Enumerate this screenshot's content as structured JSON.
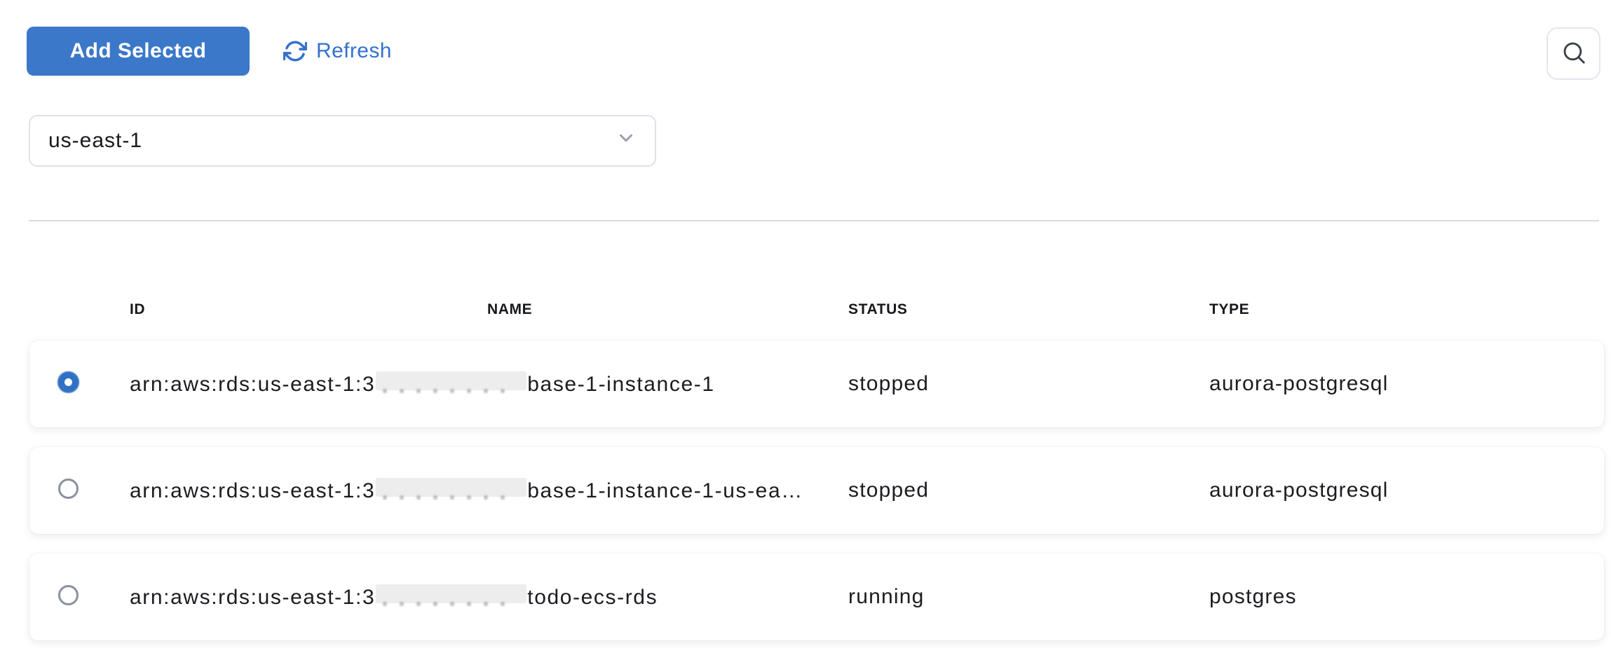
{
  "toolbar": {
    "add_selected": "Add Selected",
    "refresh": "Refresh"
  },
  "filters": {
    "region": "us-east-1"
  },
  "table": {
    "columns": [
      "ID",
      "NAME",
      "STATUS",
      "TYPE"
    ],
    "rows": [
      {
        "selected": true,
        "id_prefix": "arn:aws:rds:us-east-1:3",
        "id_redacted": true,
        "id_suffix": "base-1-instance-1",
        "name": "",
        "status": "stopped",
        "type": "aurora-postgresql"
      },
      {
        "selected": false,
        "id_prefix": "arn:aws:rds:us-east-1:3",
        "id_redacted": true,
        "id_suffix": "base-1-instance-1-us-ea…",
        "name": "",
        "status": "stopped",
        "type": "aurora-postgresql"
      },
      {
        "selected": false,
        "id_prefix": "arn:aws:rds:us-east-1:3",
        "id_redacted": true,
        "id_suffix": "todo-ecs-rds",
        "name": "",
        "status": "running",
        "type": "postgres"
      }
    ]
  },
  "colors": {
    "primary_button": "#3b78c9",
    "link": "#3571cd",
    "text": "#1a1c20",
    "border": "#dfe1ea",
    "divider": "#d7dae2",
    "redaction": "#ededed",
    "radio_selected": "#2e71c6",
    "radio_unselected": "#8a90a0"
  }
}
